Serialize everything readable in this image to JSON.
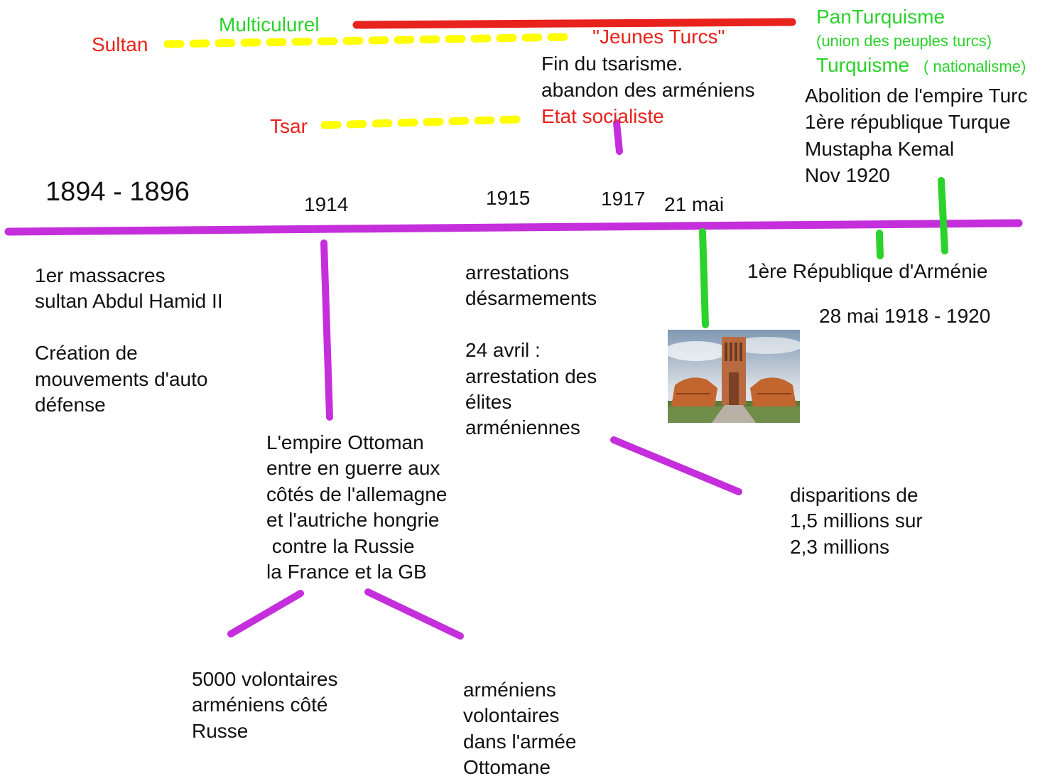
{
  "ideologies": {
    "sultan": "Sultan",
    "multiculturel": "Multiculurel",
    "jeunes_turcs": "\"Jeunes Turcs\"",
    "panturquisme": "PanTurquisme",
    "panturquisme_note": "(union des peuples turcs)",
    "turquisme": "Turquisme",
    "turquisme_note": "( nationalisme)",
    "tsar": "Tsar"
  },
  "russia_1917": {
    "line1": "Fin du tsarisme.",
    "line2": "abandon des arméniens",
    "line3": "Etat socialiste"
  },
  "turkey_1920": {
    "line1": "Abolition de l'empire Turc",
    "line2": "1ère république Turque",
    "line3": "Mustapha Kemal",
    "line4": "Nov 1920"
  },
  "dates": {
    "d1894": "1894 - 1896",
    "d1914": "1914",
    "d1915": "1915",
    "d1917": "1917",
    "d21mai": "21 mai"
  },
  "events": {
    "e1894": "1er massacres\nsultan Abdul Hamid II\n\nCréation de\nmouvements d'auto\ndéfense",
    "e1914": "L'empire Ottoman\nentre en guerre aux\ncôtés de l'allemagne\net l'autriche hongrie\n contre la Russie\nla France et la GB",
    "e1914_russe": "5000 volontaires\narméniens côté\nRusse",
    "e1914_ottoman": "arméniens\nvolontaires\ndans l'armée\nOttomane",
    "e1915": "arrestations\ndésarmements\n\n24 avril :\narrestation des\nélites\narméniennes",
    "e1915_result": "disparitions de\n1,5 millions sur\n2,3 millions",
    "republique": "1ère République d'Arménie",
    "republique_dates": "28 mai 1918 - 1920"
  },
  "colors": {
    "timeline": "#c42fdb",
    "green": "#2bd22b",
    "red": "#e8221c",
    "yellow": "#ffff00"
  }
}
